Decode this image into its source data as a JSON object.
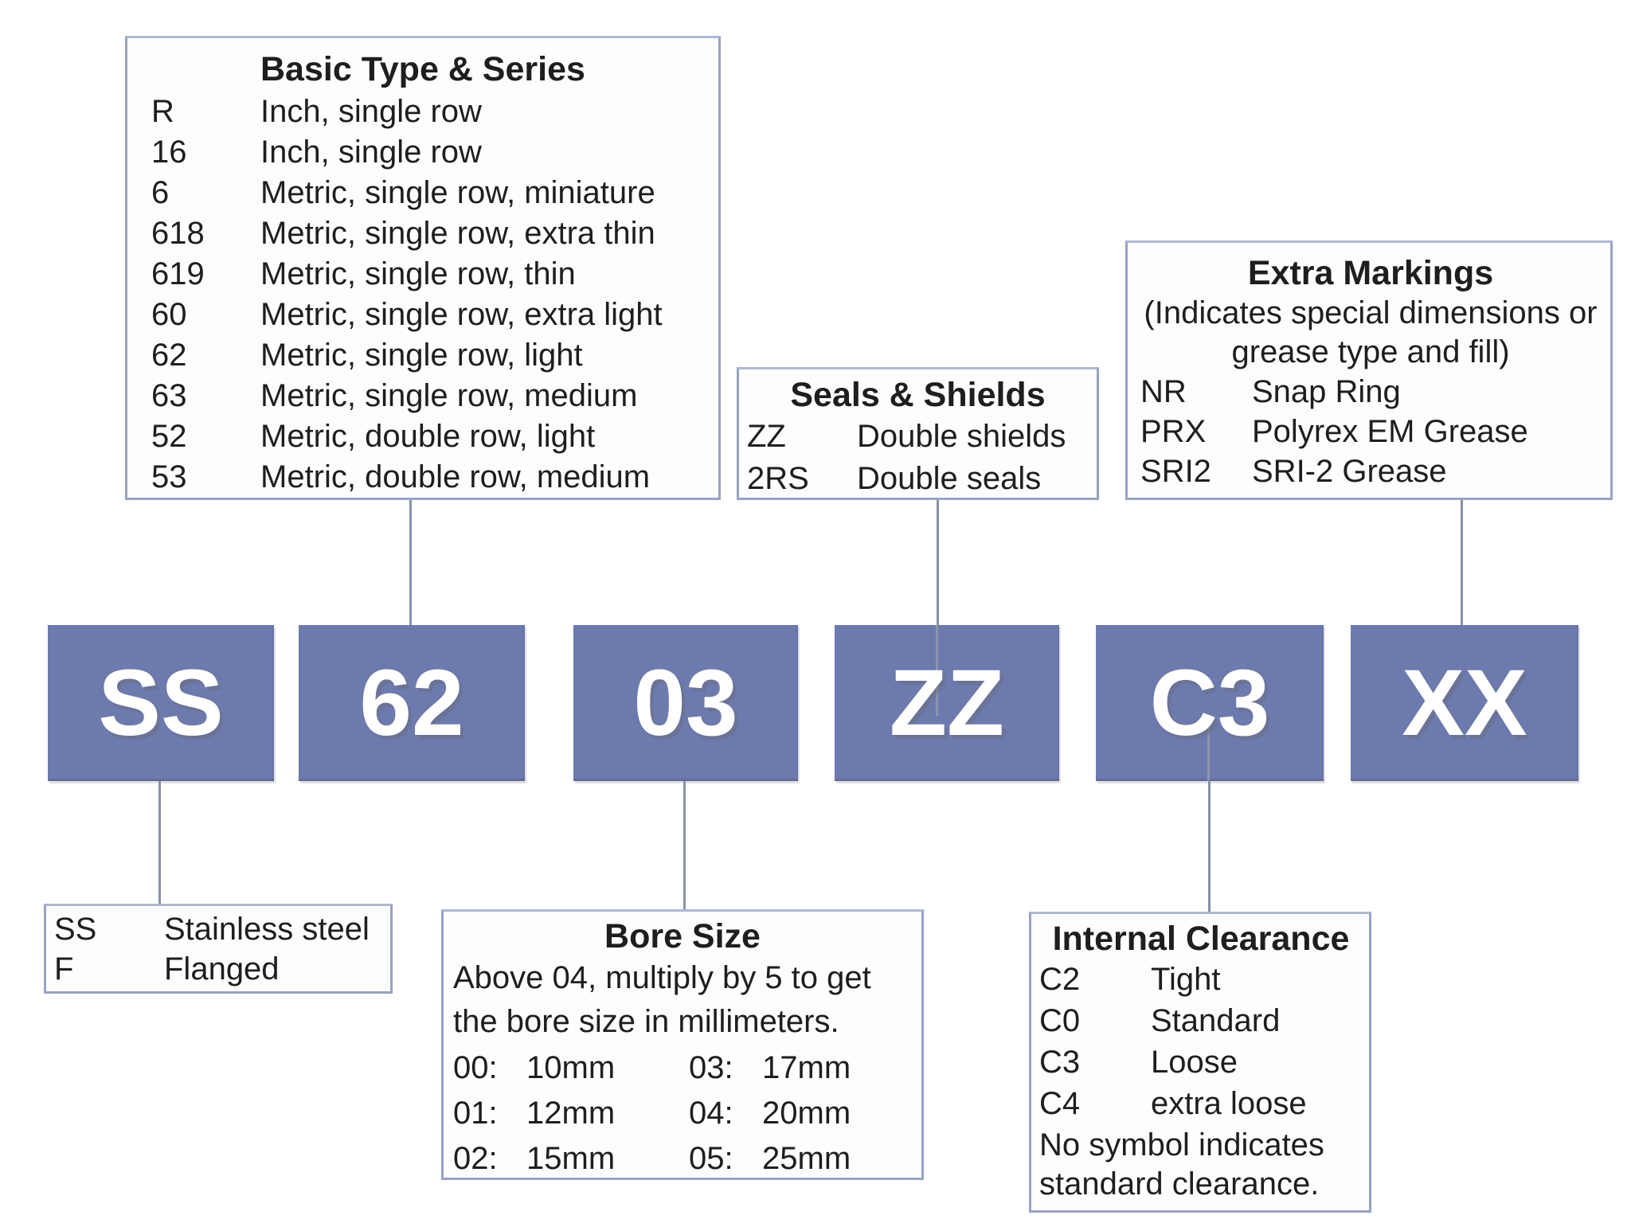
{
  "colors": {
    "code_box_fill": "#6d7aae",
    "code_box_text": "#ffffff",
    "callout_border": "#98a3c3",
    "connector_line": "#8791a8",
    "body_text": "#1e1e1e",
    "background": "#ffffff"
  },
  "part_code": {
    "segments": [
      "SS",
      "62",
      "03",
      "ZZ",
      "C3",
      "XX"
    ]
  },
  "callouts": {
    "basic_type": {
      "title": "Basic Type & Series",
      "entries": [
        {
          "code": "R",
          "desc": "Inch, single row"
        },
        {
          "code": "16",
          "desc": "Inch, single row"
        },
        {
          "code": "6",
          "desc": "Metric, single row, miniature"
        },
        {
          "code": "618",
          "desc": "Metric, single row, extra thin"
        },
        {
          "code": "619",
          "desc": "Metric, single row, thin"
        },
        {
          "code": "60",
          "desc": "Metric, single row, extra light"
        },
        {
          "code": "62",
          "desc": "Metric, single row, light"
        },
        {
          "code": "63",
          "desc": "Metric, single row, medium"
        },
        {
          "code": "52",
          "desc": "Metric, double row, light"
        },
        {
          "code": "53",
          "desc": "Metric, double row, medium"
        }
      ]
    },
    "seals_shields": {
      "title": "Seals & Shields",
      "entries": [
        {
          "code": "ZZ",
          "desc": "Double shields"
        },
        {
          "code": "2RS",
          "desc": "Double seals"
        }
      ]
    },
    "extra_markings": {
      "title": "Extra Markings",
      "subtitle": "(Indicates special dimensions or grease type and fill)",
      "entries": [
        {
          "code": "NR",
          "desc": "Snap Ring"
        },
        {
          "code": "PRX",
          "desc": "Polyrex EM Grease"
        },
        {
          "code": "SRI2",
          "desc": "SRI-2 Grease"
        }
      ]
    },
    "material": {
      "entries": [
        {
          "code": "SS",
          "desc": "Stainless steel"
        },
        {
          "code": "F",
          "desc": "Flanged"
        }
      ]
    },
    "bore_size": {
      "title": "Bore Size",
      "description": "Above 04, multiply by 5 to get the bore size in millimeters.",
      "entries": [
        {
          "code": "00:",
          "value": "10mm"
        },
        {
          "code": "01:",
          "value": "12mm"
        },
        {
          "code": "02:",
          "value": "15mm"
        },
        {
          "code": "03:",
          "value": "17mm"
        },
        {
          "code": "04:",
          "value": "20mm"
        },
        {
          "code": "05:",
          "value": "25mm"
        }
      ]
    },
    "internal_clearance": {
      "title": "Internal Clearance",
      "entries": [
        {
          "code": "C2",
          "desc": "Tight"
        },
        {
          "code": "C0",
          "desc": "Standard"
        },
        {
          "code": "C3",
          "desc": "Loose"
        },
        {
          "code": "C4",
          "desc": "extra loose"
        }
      ],
      "note": "No symbol indicates standard clearance."
    }
  }
}
